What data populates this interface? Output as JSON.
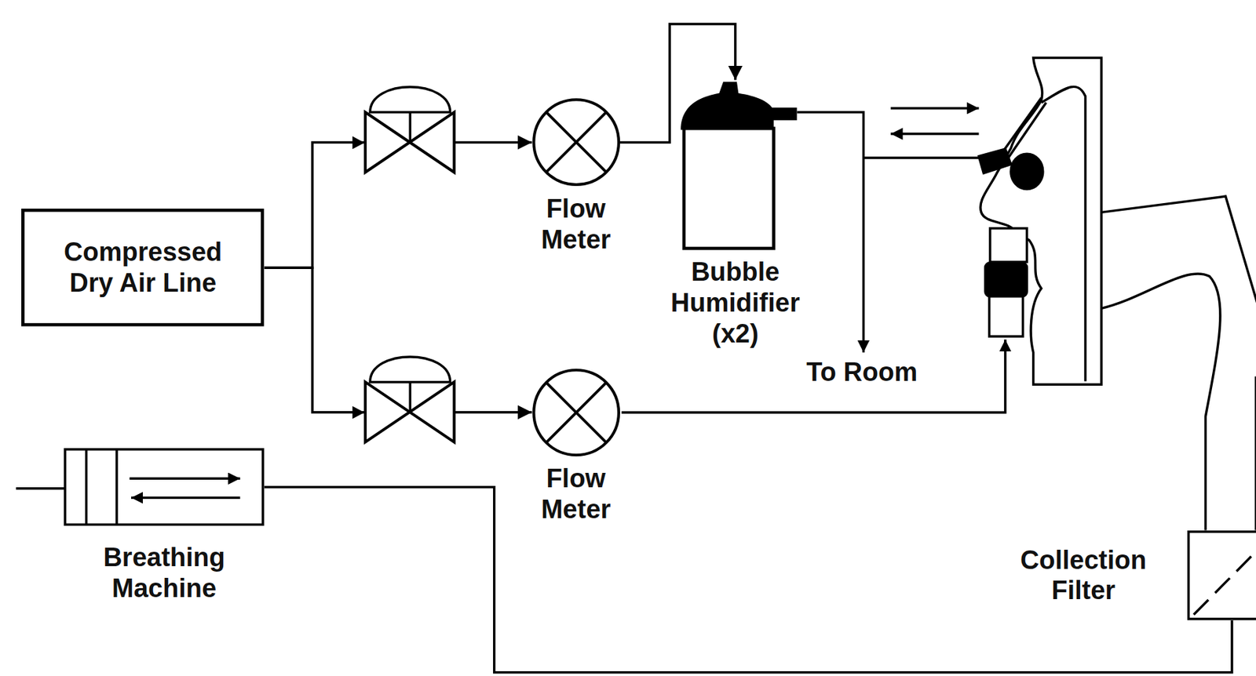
{
  "diagram": {
    "nodes": [
      {
        "text": [
          "Compressed Dry Air Line"
        ]
      },
      {
        "text": [
          "Flow Meter"
        ]
      },
      {
        "text": [
          "Bubble Humidifier (x2)"
        ]
      },
      {
        "text": [
          "Flow Meter"
        ]
      },
      {
        "text": [
          "Breathing Machine"
        ]
      },
      {
        "text": [
          "Collection Filter"
        ]
      }
    ],
    "edges": [
      {
        "from": 0,
        "to": 1,
        "arrow": "to"
      },
      {
        "from": 0,
        "to": 3,
        "arrow": "to"
      },
      {
        "from": 1,
        "to": 2,
        "arrow": "to"
      },
      {
        "from": 4,
        "to": 5,
        "arrow": "none"
      }
    ],
    "labels": [
      "To Room"
    ]
  }
}
